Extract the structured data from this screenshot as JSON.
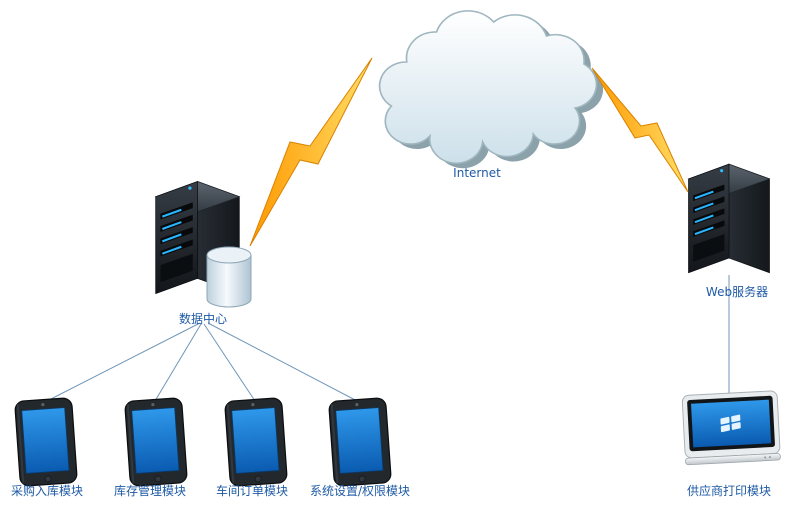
{
  "diagram": {
    "nodes": {
      "internet": {
        "label": "Internet"
      },
      "data_center": {
        "label": "数据中心"
      },
      "web_server": {
        "label": "Web服务器"
      },
      "client_modules": [
        {
          "label": "采购入库模块"
        },
        {
          "label": "库存管理模块"
        },
        {
          "label": "车间订单模块"
        },
        {
          "label": "系统设置/权限模块"
        }
      ],
      "supplier_module": {
        "label": "供应商打印模块"
      }
    },
    "colors": {
      "label_text": "#1e5aa5",
      "connector_line": "#7096b8",
      "lightning_orange": "#ff9800",
      "lightning_yellow": "#ffde66",
      "server_led_blue": "#29b6ff",
      "tablet_screen_blue": "#1273cf",
      "cloud_fill_light": "#ffffff",
      "cloud_fill_dark": "#cde0ea",
      "cloud_shadow": "#7e98a2"
    }
  }
}
